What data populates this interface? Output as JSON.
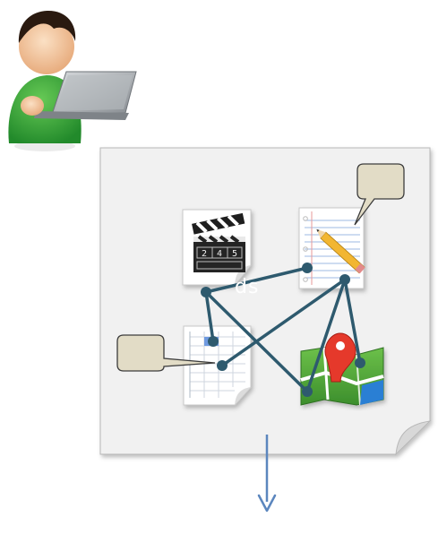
{
  "diagram": {
    "overlay_text": "ds",
    "colors": {
      "connector": "#2e5a6e",
      "paper": "#f1f1f1",
      "paper_border": "#b8b8b8",
      "callout_fill": "#e2dcc6",
      "callout_stroke": "#3c3c3c",
      "arrow": "#5b86be",
      "shirt": "#3ba53c",
      "skin": "#f2c49b",
      "hair": "#2a1a10",
      "laptop": "#9ea3a8"
    },
    "icons": [
      "user-with-laptop-icon",
      "film-clapper-icon",
      "notepad-pencil-icon",
      "spreadsheet-icon",
      "map-pin-icon"
    ],
    "clapper_numbers": [
      "2",
      "4",
      "5"
    ]
  }
}
